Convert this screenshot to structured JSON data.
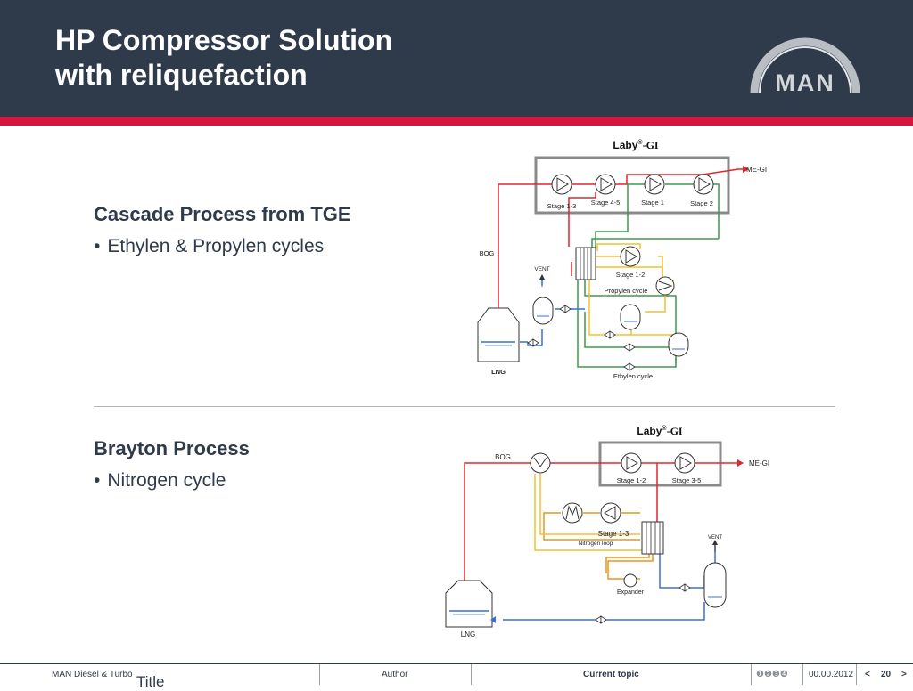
{
  "slide": {
    "title_line1": "HP Compressor Solution",
    "title_line2": "with reliquefaction",
    "logo_text": "MAN"
  },
  "cascade": {
    "heading": "Cascade Process  from TGE",
    "bullet": "Ethylen & Propylen cycles",
    "diagram": {
      "title": "Laby",
      "title_reg": "®",
      "title_suffix": "-GI",
      "me_gi": "ME-GI",
      "stage_1_3": "Stage 1-3",
      "stage_4_5": "Stage 4-5",
      "stage_1": "Stage 1",
      "stage_2": "Stage 2",
      "bog": "BOG",
      "vent": "VENT",
      "stage_1_2": "Stage 1-2",
      "propylen_cycle": "Propylen cycle",
      "lng": "LNG",
      "ethylen_cycle": "Ethylen cycle"
    }
  },
  "brayton": {
    "heading": "Brayton Process",
    "bullet": "Nitrogen cycle",
    "diagram": {
      "title": "Laby",
      "title_reg": "®",
      "title_suffix": "-GI",
      "bog": "BOG",
      "stage_1_2": "Stage 1-2",
      "stage_3_5": "Stage 3-5",
      "me_gi": "ME-GI",
      "stage_1_3": "Stage 1-3",
      "nitrogen_loop": "Nitrogen loop",
      "vent": "VENT",
      "expander": "Expander",
      "lng": "LNG"
    }
  },
  "footer": {
    "company": "MAN Diesel & Turbo",
    "ghost_title": "Title",
    "author": "Author",
    "topic": "Current topic",
    "chapters": "❶❷❸❹",
    "date": "00.00.2012",
    "prev": "<",
    "page": "20",
    "next": ">"
  },
  "colors": {
    "header": "#2f3a4a",
    "accent": "#d6163f",
    "red_line": "#e0262e",
    "green_line": "#3c9a4a",
    "yellow_line": "#f2c12e",
    "orange_line": "#e8961e",
    "blue_line": "#3a6fd8"
  }
}
